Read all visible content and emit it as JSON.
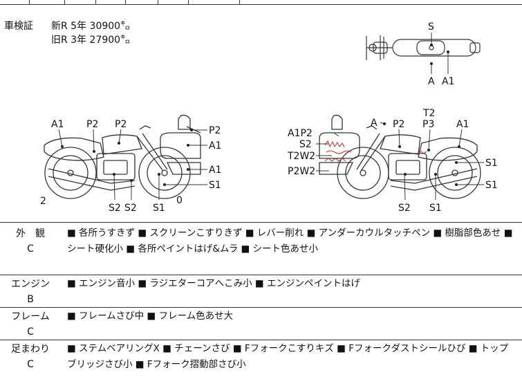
{
  "shaken": {
    "label": "車検証",
    "new_line": "新R 5年 30900㌔",
    "old_line": "旧R 3年 27900㌔"
  },
  "top_diagram": {
    "labels": [
      "S",
      "A",
      "A1"
    ]
  },
  "left_diagram": {
    "labels": [
      "A1",
      "P2",
      "P2",
      "P2",
      "A1",
      "A1",
      "S1",
      "2",
      "S2",
      "S2",
      "S1",
      "0"
    ]
  },
  "right_diagram": {
    "labels": [
      "T2",
      "A",
      "P2",
      "P3",
      "A1",
      "A1P2",
      "S2",
      "T2W2",
      "P2W2",
      "S1",
      "S1",
      "S2",
      "S1"
    ]
  },
  "sections": [
    {
      "name": "外　観",
      "grade": "C",
      "notes": "■ 各所うすきず ■ スクリーンこすりきず ■ レバー削れ ■ アンダーカウルタッチペン ■ 樹脂部色あせ ■ シート硬化小 ■ 各所ペイントはげ&ムラ ■ シート色あせ小"
    },
    {
      "name": "エンジン",
      "grade": "B",
      "notes": "■ エンジン音小 ■ ラジエターコアへこみ小 ■ エンジンペイントはげ"
    },
    {
      "name": "フレーム",
      "grade": "C",
      "notes": "■ フレームさび中 ■ フレーム色あせ大"
    },
    {
      "name": "足まわり",
      "grade": "C",
      "notes": "■ ステムベアリングX ■ チェーンさび ■ Fフォークこすりキズ ■ Fフォークダストシールひび ■ トップブリッジさび小 ■ Fフォーク摺動部さび小"
    }
  ],
  "colors": {
    "line": "#333333",
    "ink": "#111111",
    "scribble": "#c0392b"
  }
}
